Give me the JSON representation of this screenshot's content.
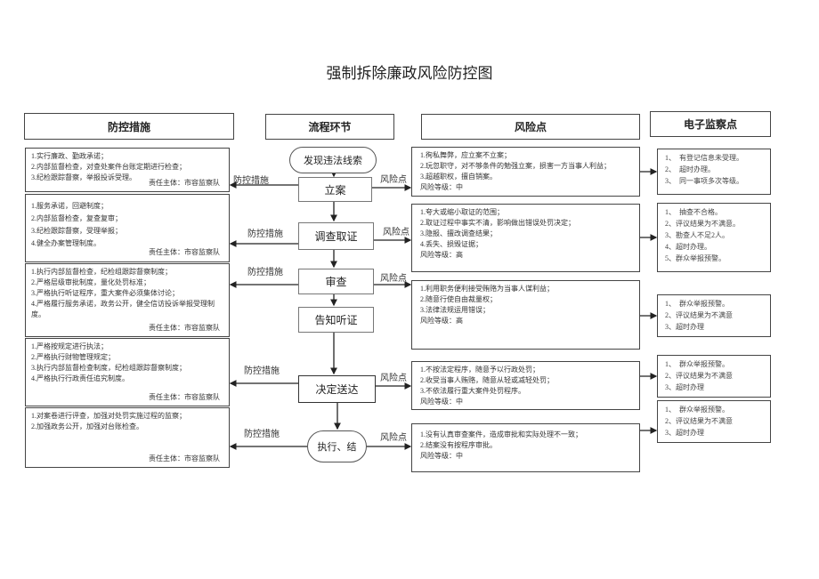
{
  "title": "强制拆除廉政风险防控图",
  "headers": {
    "measures": "防控措施",
    "process": "流程环节",
    "risks": "风险点",
    "esupervision": "电子监察点"
  },
  "start": "发现违法线索",
  "steps": [
    "立案",
    "调查取证",
    "审查",
    "告知听证",
    "决定送达"
  ],
  "end": "执行、结",
  "measure_label": "防控措施",
  "risk_label": "风险点",
  "measures": [
    {
      "lines": [
        "1.实行廉政、勤政承诺；",
        "2.内部监督检查，对查处案件台账定期进行检查；",
        "3.纪检跟踪督察，举报投诉受理。"
      ],
      "resp": "责任主体：市容监察队"
    },
    {
      "lines": [
        "1.服务承诺，回避制度；",
        "2.内部监督检查，复查复审；",
        "3.纪检跟踪督察，受理举报；",
        "4.健全办案管理制度。"
      ],
      "resp": "责任主体：市容监察队"
    },
    {
      "lines": [
        "1.执行内部监督检查，纪检组跟踪督察制度；",
        "2.严格层级审批制度，量化处罚标准；",
        "3.严格执行听证程序，重大案件必须集体讨论；",
        "4.严格履行服务承诺，政务公开，健全信访投诉举报受理制度。"
      ],
      "resp": "责任主体：市容监察队"
    },
    {
      "lines": [
        "1.严格按规定进行执法；",
        "2.严格执行财物管理规定；",
        "3.执行内部监督检查制度，纪检组跟踪督察制度；",
        "4.严格执行行政责任追究制度。"
      ],
      "resp": "责任主体：市容监察队"
    },
    {
      "lines": [
        "1.对案卷进行评查，加强对处罚实施过程的监察；",
        "2.加强政务公开，加强对台账检查。"
      ],
      "resp": "责任主体：市容监察队"
    }
  ],
  "risks": [
    {
      "lines": [
        "1.徇私舞弊，应立案不立案；",
        "2.玩忽职守，对不够条件的勉强立案，损害一方当事人利益；",
        "3.超越职权，擅自销案。",
        "风险等级：中"
      ]
    },
    {
      "lines": [
        "1.夸大或缩小取证的范围；",
        "2.取证过程中事实不清，影响做出错误处罚决定；",
        "3.隐报、擅改调查结果；",
        "4.丢失、损毁证据；",
        "风险等级：高"
      ]
    },
    {
      "lines": [
        "1.利用职务便利接受贿赂为当事人谋利益；",
        "2.随意行使自由裁量权；",
        "3.法律法规运用错误；",
        "风险等级：高"
      ]
    },
    {
      "lines": [
        "1.不按法定程序，随意予以行政处罚；",
        "2.收受当事人贿赂，随意从轻或减轻处罚；",
        "3.不依法履行重大案件处罚程序。",
        "风险等级：中"
      ]
    },
    {
      "lines": [
        "1.没有认真审查案件，造成审批和实际处理不一致；",
        " 2.结案没有按程序审批。",
        "风险等级：中"
      ]
    }
  ],
  "esupervision": [
    {
      "lines": [
        "1、　有登记信息未受理。",
        "2、　超时办理。",
        "3、　同一事项多次等级。"
      ]
    },
    {
      "lines": [
        "1、　抽查不合格。",
        "2、评议结果为不满意。",
        "3、勘查人不足2人。",
        "4、超时办理。",
        "5、群众举报预警。"
      ]
    },
    {
      "lines": [
        "1、　群众举报预警。",
        "2、评议结果为不满意",
        "3、超时办理"
      ]
    },
    {
      "lines": [
        "1、　群众举报预警。",
        "2、评议结果为不满意",
        "3、超时办理"
      ]
    },
    {
      "lines": [
        "1、　群众举报预警。",
        "2、评议结果为不满意",
        "3、超时办理"
      ]
    }
  ]
}
